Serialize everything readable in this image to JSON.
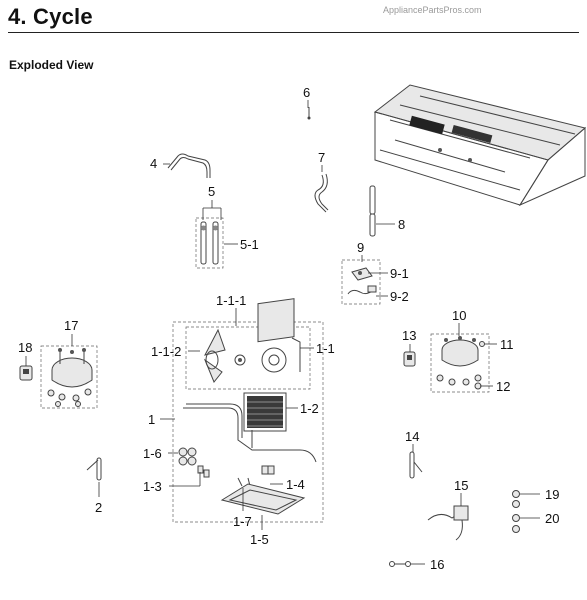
{
  "header": {
    "section_title": "4.  Cycle",
    "watermark": "AppliancePartsPros.com",
    "subtitle": "Exploded View"
  },
  "callouts": {
    "c1": "1",
    "c1_1": "1-1",
    "c1_1_1": "1-1-1",
    "c1_1_2": "1-1-2",
    "c1_2": "1-2",
    "c1_3": "1-3",
    "c1_4": "1-4",
    "c1_5": "1-5",
    "c1_6": "1-6",
    "c1_7": "1-7",
    "c2": "2",
    "c4": "4",
    "c5": "5",
    "c5_1": "5-1",
    "c6": "6",
    "c7": "7",
    "c8": "8",
    "c9": "9",
    "c9_1": "9-1",
    "c9_2": "9-2",
    "c10": "10",
    "c11": "11",
    "c12": "12",
    "c13": "13",
    "c14": "14",
    "c15": "15",
    "c16": "16",
    "c17": "17",
    "c18": "18",
    "c19": "19",
    "c20": "20"
  }
}
